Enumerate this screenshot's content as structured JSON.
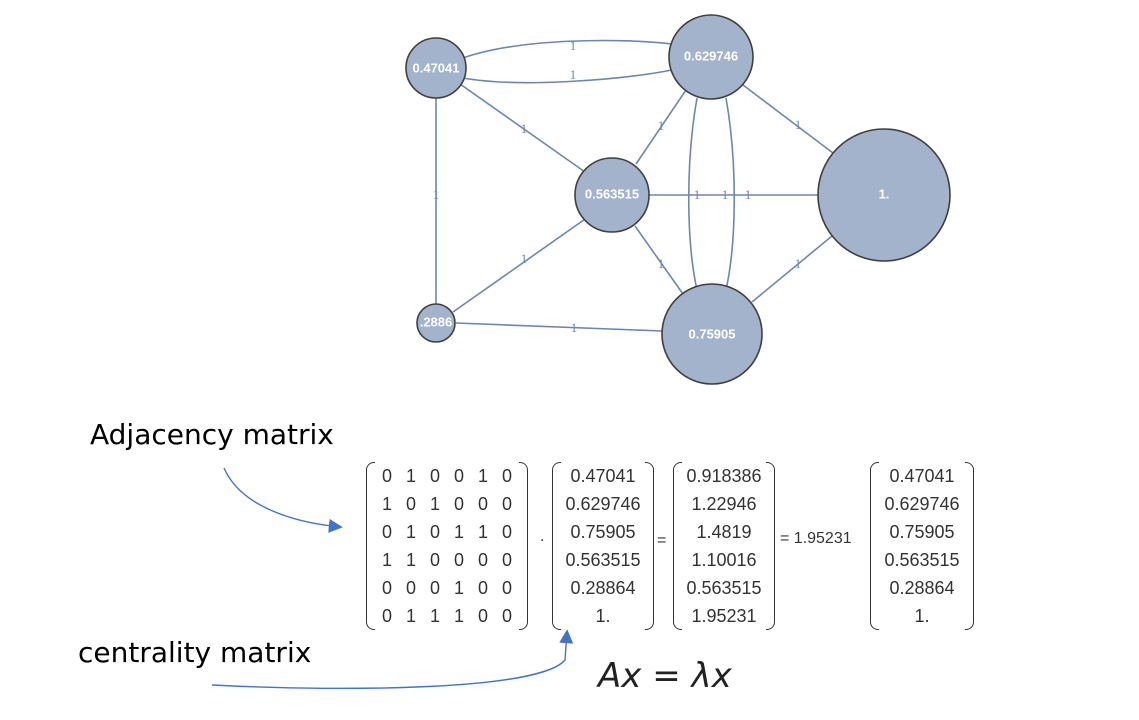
{
  "graph": {
    "node_color": "#a3b3cc",
    "edge_color": "#6d86ad",
    "nodes": [
      {
        "id": "n1",
        "label": "0.47041",
        "value": 0.47041
      },
      {
        "id": "n2",
        "label": "0.629746",
        "value": 0.629746
      },
      {
        "id": "n3",
        "label": "0.75905",
        "value": 0.75905
      },
      {
        "id": "n4",
        "label": "0.563515",
        "value": 0.563515
      },
      {
        "id": "n5",
        "label": ".2886",
        "value": 0.28864
      },
      {
        "id": "n6",
        "label": "1.",
        "value": 1.0
      }
    ],
    "edge_weight_label": "1"
  },
  "callouts": {
    "adjacency": "Adjacency matrix",
    "centrality": "centrality matrix"
  },
  "equation": {
    "adjacency_matrix": [
      [
        "0",
        "1",
        "0",
        "0",
        "1",
        "0"
      ],
      [
        "1",
        "0",
        "1",
        "0",
        "0",
        "0"
      ],
      [
        "0",
        "1",
        "0",
        "1",
        "1",
        "0"
      ],
      [
        "1",
        "1",
        "0",
        "0",
        "0",
        "0"
      ],
      [
        "0",
        "0",
        "0",
        "1",
        "0",
        "0"
      ],
      [
        "0",
        "1",
        "1",
        "1",
        "0",
        "0"
      ]
    ],
    "dot": ".",
    "centrality_vector": [
      "0.47041",
      "0.629746",
      "0.75905",
      "0.563515",
      "0.28864",
      "1."
    ],
    "equals": "=",
    "product_vector": [
      "0.918386",
      "1.22946",
      "1.4819",
      "1.10016",
      "0.563515",
      "1.95231"
    ],
    "equals2": "= 1.95231",
    "eigen_vector": [
      "0.47041",
      "0.629746",
      "0.75905",
      "0.563515",
      "0.28864",
      "1."
    ],
    "formula": "Ax = λx"
  }
}
